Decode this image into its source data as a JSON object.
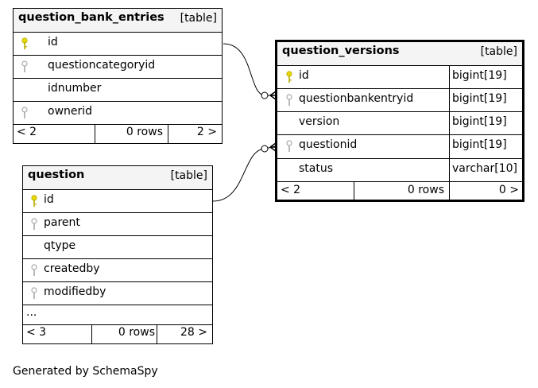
{
  "tables": {
    "question_bank_entries": {
      "name": "question_bank_entries",
      "kind": "[table]",
      "columns": [
        {
          "name": "id",
          "key": "primary"
        },
        {
          "name": "questioncategoryid",
          "key": "foreign"
        },
        {
          "name": "idnumber",
          "key": "none"
        },
        {
          "name": "ownerid",
          "key": "foreign"
        }
      ],
      "footer": {
        "parents": "< 2",
        "rows": "0 rows",
        "children": "2 >"
      }
    },
    "question_versions": {
      "name": "question_versions",
      "kind": "[table]",
      "columns": [
        {
          "name": "id",
          "type": "bigint[19]",
          "key": "primary"
        },
        {
          "name": "questionbankentryid",
          "type": "bigint[19]",
          "key": "foreign"
        },
        {
          "name": "version",
          "type": "bigint[19]",
          "key": "none"
        },
        {
          "name": "questionid",
          "type": "bigint[19]",
          "key": "foreign"
        },
        {
          "name": "status",
          "type": "varchar[10]",
          "key": "none"
        }
      ],
      "footer": {
        "parents": "< 2",
        "rows": "0 rows",
        "children": "0 >"
      }
    },
    "question": {
      "name": "question",
      "kind": "[table]",
      "columns": [
        {
          "name": "id",
          "key": "primary"
        },
        {
          "name": "parent",
          "key": "foreign"
        },
        {
          "name": "qtype",
          "key": "none"
        },
        {
          "name": "createdby",
          "key": "foreign"
        },
        {
          "name": "modifiedby",
          "key": "foreign"
        }
      ],
      "more": "...",
      "footer": {
        "parents": "< 3",
        "rows": "0 rows",
        "children": "28 >"
      }
    }
  },
  "relationships": [
    {
      "from": "question_bank_entries.id",
      "to": "question_versions.questionbankentryid"
    },
    {
      "from": "question.id",
      "to": "question_versions.questionid"
    }
  ],
  "colors": {
    "primary_key": "#e6d800",
    "foreign_key": "#a8a8a8",
    "header_bg": "#f4f4f4"
  },
  "generated_by": "Generated by SchemaSpy"
}
